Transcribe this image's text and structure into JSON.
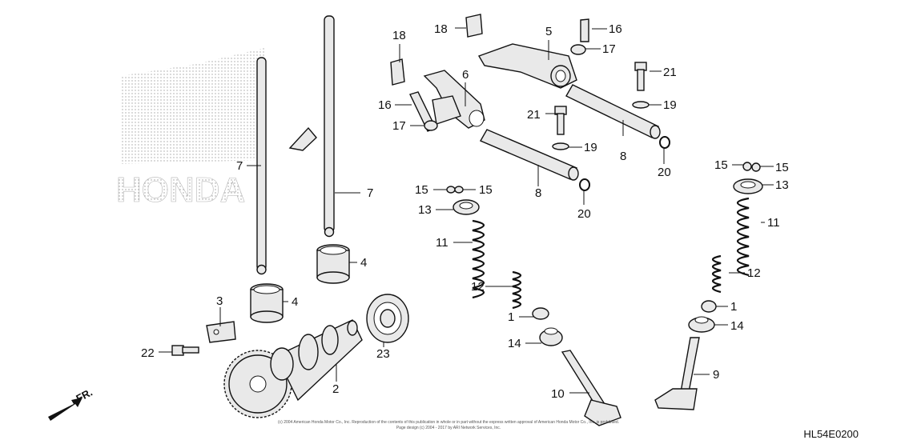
{
  "diagram": {
    "code": "HL54E0200",
    "direction_label": "FR.",
    "copyright_line1": "(c) 2004 American Honda Motor Co., Inc. Reproduction of the contents of this publication in whole or in part without the express written approval of American Honda Motor Co., Inc. is prohibited.",
    "copyright_line2": "Page design (c) 2004 - 2017 by ARI Network Services, Inc.",
    "watermark": "HONDA"
  },
  "callouts": {
    "c1a": "1",
    "c1b": "1",
    "c2": "2",
    "c3": "3",
    "c4a": "4",
    "c4b": "4",
    "c5": "5",
    "c6": "6",
    "c7a": "7",
    "c7b": "7",
    "c8a": "8",
    "c8b": "8",
    "c9": "9",
    "c10": "10",
    "c11a": "11",
    "c11b": "11",
    "c12a": "12",
    "c12b": "12",
    "c13a": "13",
    "c13b": "13",
    "c14a": "14",
    "c14b": "14",
    "c15a": "15",
    "c15b": "15",
    "c15c": "15",
    "c15d": "15",
    "c16a": "16",
    "c16b": "16",
    "c17a": "17",
    "c17b": "17",
    "c18a": "18",
    "c18b": "18",
    "c19a": "19",
    "c19b": "19",
    "c20a": "20",
    "c20b": "20",
    "c21a": "21",
    "c21b": "21",
    "c22": "22",
    "c23": "23"
  }
}
